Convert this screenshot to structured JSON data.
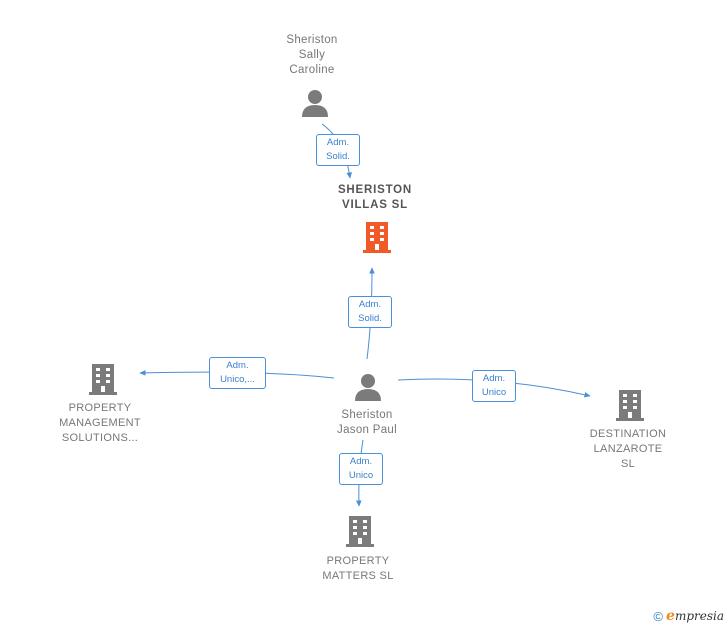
{
  "nodes": {
    "sally": {
      "lines": [
        "Sheriston",
        "Sally",
        "Caroline"
      ],
      "type": "person"
    },
    "villas": {
      "lines": [
        "SHERISTON",
        "VILLAS  SL"
      ],
      "type": "company-main"
    },
    "jason": {
      "lines": [
        "Sheriston",
        "Jason Paul"
      ],
      "type": "person"
    },
    "pms": {
      "lines": [
        "PROPERTY",
        "MANAGEMENT",
        "SOLUTIONS..."
      ],
      "type": "company"
    },
    "destination": {
      "lines": [
        "DESTINATION",
        "LANZAROTE",
        "SL"
      ],
      "type": "company"
    },
    "matters": {
      "lines": [
        "PROPERTY",
        "MATTERS  SL"
      ],
      "type": "company"
    }
  },
  "edges": {
    "sally_villas": [
      "Adm.",
      "Solid."
    ],
    "jason_villas": [
      "Adm.",
      "Solid."
    ],
    "jason_pms": [
      "Adm.",
      "Unico,..."
    ],
    "jason_destination": [
      "Adm.",
      "Unico"
    ],
    "jason_matters": [
      "Adm.",
      "Unico"
    ]
  },
  "colors": {
    "edge": "#4a8fd8",
    "person_icon": "#7b7b7b",
    "company_icon": "#7b7b7b",
    "main_company_icon": "#f05a28"
  },
  "footer": {
    "copyright": "©",
    "brand_initial": "e",
    "brand_rest": "mpresia"
  }
}
